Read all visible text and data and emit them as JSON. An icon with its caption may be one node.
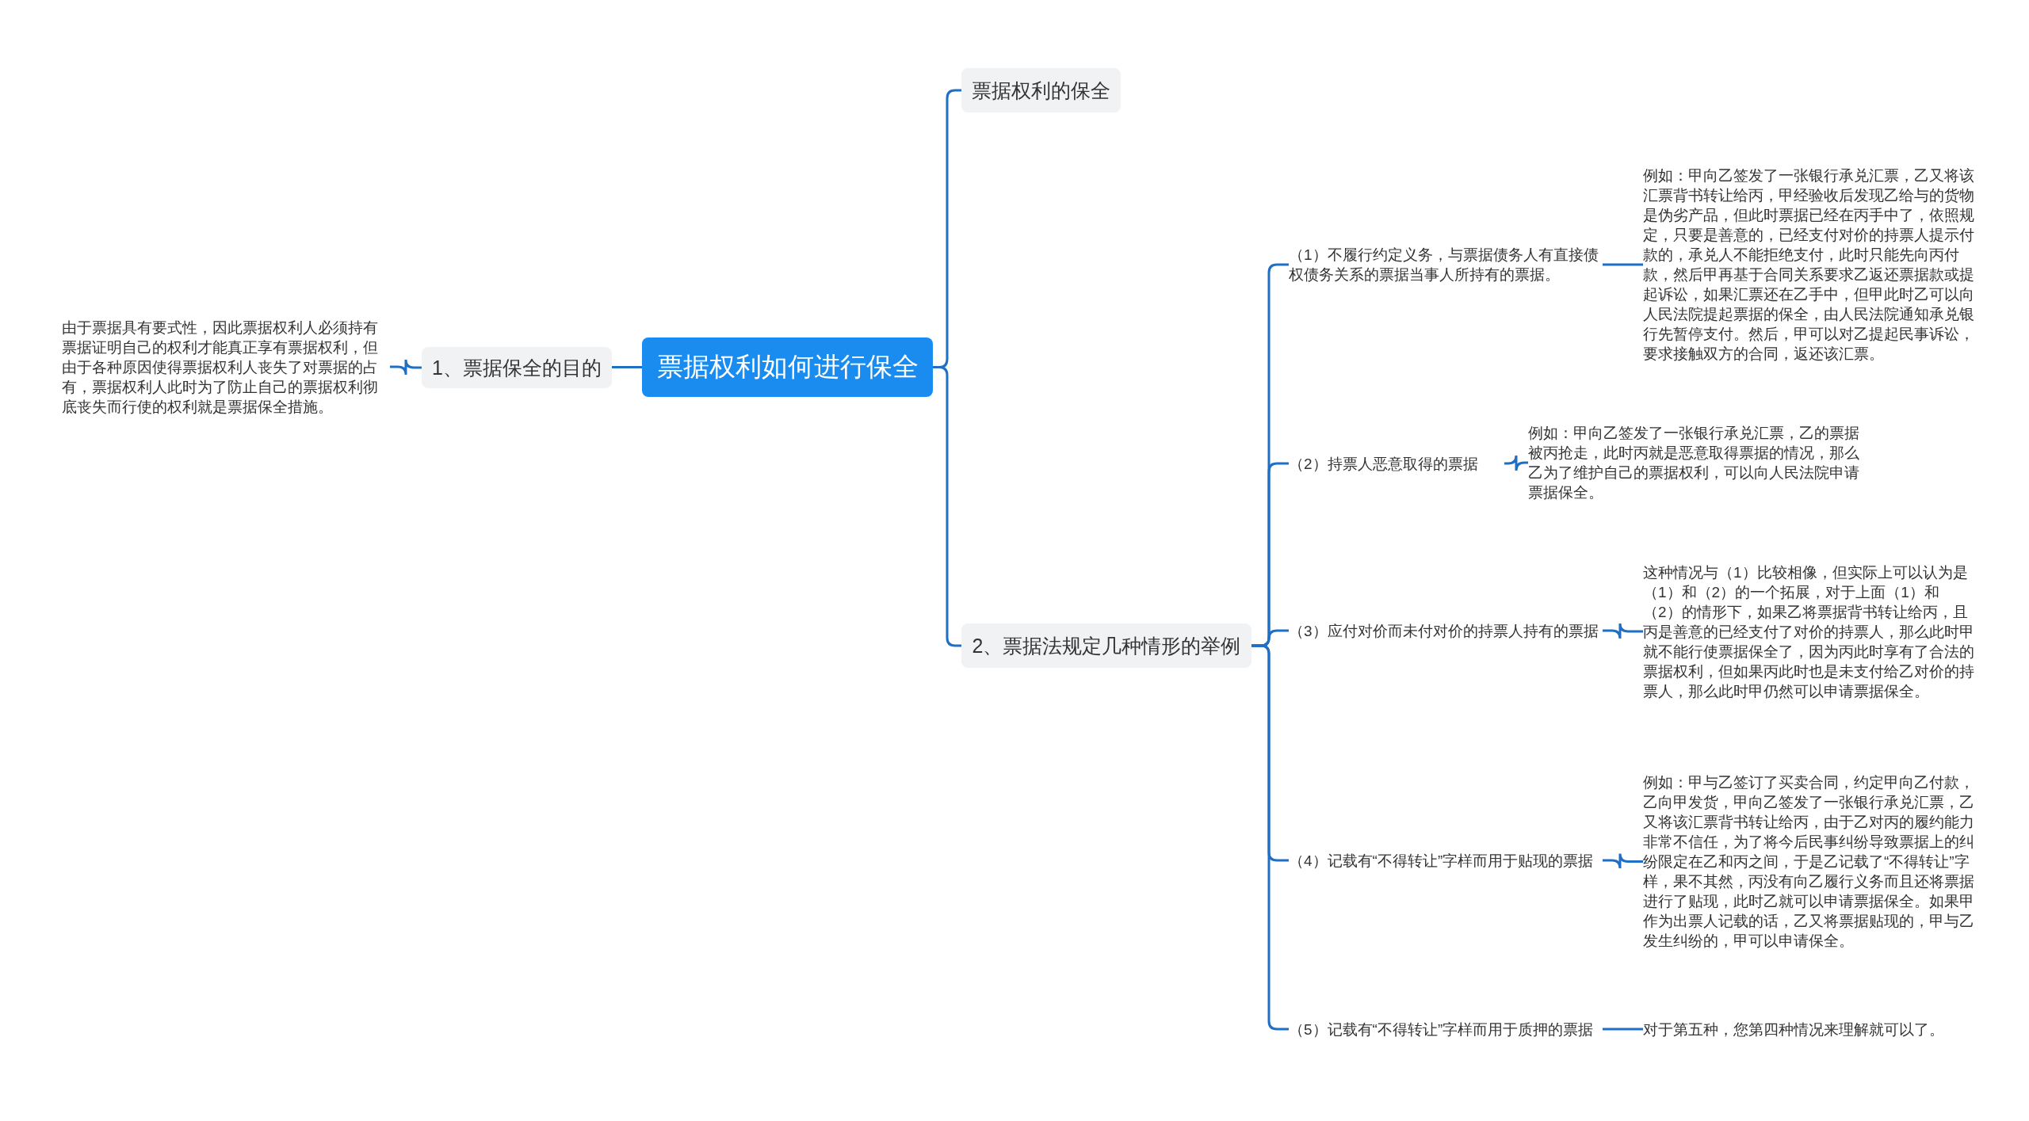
{
  "diagram": {
    "nodes": [
      {
        "text": [
          "票据权利如何进行保全"
        ]
      },
      {
        "text": [
          "1、票据保全的目的"
        ]
      },
      {
        "text": [
          "由于票据具有要式性，因此票据权利人必须持有票据证明自己的权利才能真正享有票据权利，但由于各种原因使得票据权利人丧失了对票据的占有，票据权利人此时为了防止自己的票据权利彻底丧失而行使的权利就是票据保全措施。"
        ]
      },
      {
        "text": [
          "票据权利的保全"
        ]
      },
      {
        "text": [
          "2、票据法规定几种情形的举例"
        ]
      },
      {
        "text": [
          "（1）不履行约定义务，与票据债务人有直接债权债务关系的票据当事人所持有的票据。"
        ]
      },
      {
        "text": [
          "例如：甲向乙签发了一张银行承兑汇票，乙又将该汇票背书转让给丙，甲经验收后发现乙给与的货物是伪劣产品，但此时票据已经在丙手中了，依照规定，只要是善意的，已经支付对价的持票人提示付款的，承兑人不能拒绝支付，此时只能先向丙付款，然后甲再基于合同关系要求乙返还票据款或提起诉讼，如果汇票还在乙手中，但甲此时乙可以向人民法院提起票据的保全，由人民法院通知承兑银行先暂停支付。然后，甲可以对乙提起民事诉讼，要求接触双方的合同，返还该汇票。"
        ]
      },
      {
        "text": [
          "（2）持票人恶意取得的票据"
        ]
      },
      {
        "text": [
          "例如：甲向乙签发了一张银行承兑汇票，乙的票据被丙抢走，此时丙就是恶意取得票据的情况，那么乙为了维护自己的票据权利，可以向人民法院申请票据保全。"
        ]
      },
      {
        "text": [
          "（3）应付对价而未付对价的持票人持有的票据"
        ]
      },
      {
        "text": [
          "这种情况与（1）比较相像，但实际上可以认为是（1）和（2）的一个拓展，对于上面（1）和（2）的情形下，如果乙将票据背书转让给丙，且丙是善意的已经支付了对价的持票人，那么此时甲就不能行使票据保全了，因为丙此时享有了合法的票据权利，但如果丙此时也是未支付给乙对价的持票人，那么此时甲仍然可以申请票据保全。"
        ]
      },
      {
        "text": [
          "（4）记载有“不得转让”字样而用于贴现的票据"
        ]
      },
      {
        "text": [
          "例如：甲与乙签订了买卖合同，约定甲向乙付款，乙向甲发货，甲向乙签发了一张银行承兑汇票，乙又将该汇票背书转让给丙，由于乙对丙的履约能力非常不信任，为了将今后民事纠纷导致票据上的纠纷限定在乙和丙之间，于是乙记载了“不得转让”字样，果不其然，丙没有向乙履行义务而且还将票据进行了贴现，此时乙就可以申请票据保全。如果甲作为出票人记载的话，乙又将票据贴现的，甲与乙发生纠纷的，甲可以申请保全。"
        ]
      },
      {
        "text": [
          "（5）记载有“不得转让”字样而用于质押的票据"
        ]
      },
      {
        "text": [
          "对于第五种，您第四种情况来理解就可以了。"
        ]
      }
    ],
    "edges": [
      {
        "from": 0,
        "to": 1,
        "arrow": "none"
      },
      {
        "from": 1,
        "to": 2,
        "arrow": "none"
      },
      {
        "from": 0,
        "to": 3,
        "arrow": "none"
      },
      {
        "from": 0,
        "to": 4,
        "arrow": "none"
      },
      {
        "from": 4,
        "to": 5,
        "arrow": "none"
      },
      {
        "from": 5,
        "to": 6,
        "arrow": "none"
      },
      {
        "from": 4,
        "to": 7,
        "arrow": "none"
      },
      {
        "from": 7,
        "to": 8,
        "arrow": "none"
      },
      {
        "from": 4,
        "to": 9,
        "arrow": "none"
      },
      {
        "from": 9,
        "to": 10,
        "arrow": "none"
      },
      {
        "from": 4,
        "to": 11,
        "arrow": "none"
      },
      {
        "from": 11,
        "to": 12,
        "arrow": "none"
      },
      {
        "from": 4,
        "to": 13,
        "arrow": "none"
      },
      {
        "from": 13,
        "to": 14,
        "arrow": "none"
      }
    ]
  }
}
